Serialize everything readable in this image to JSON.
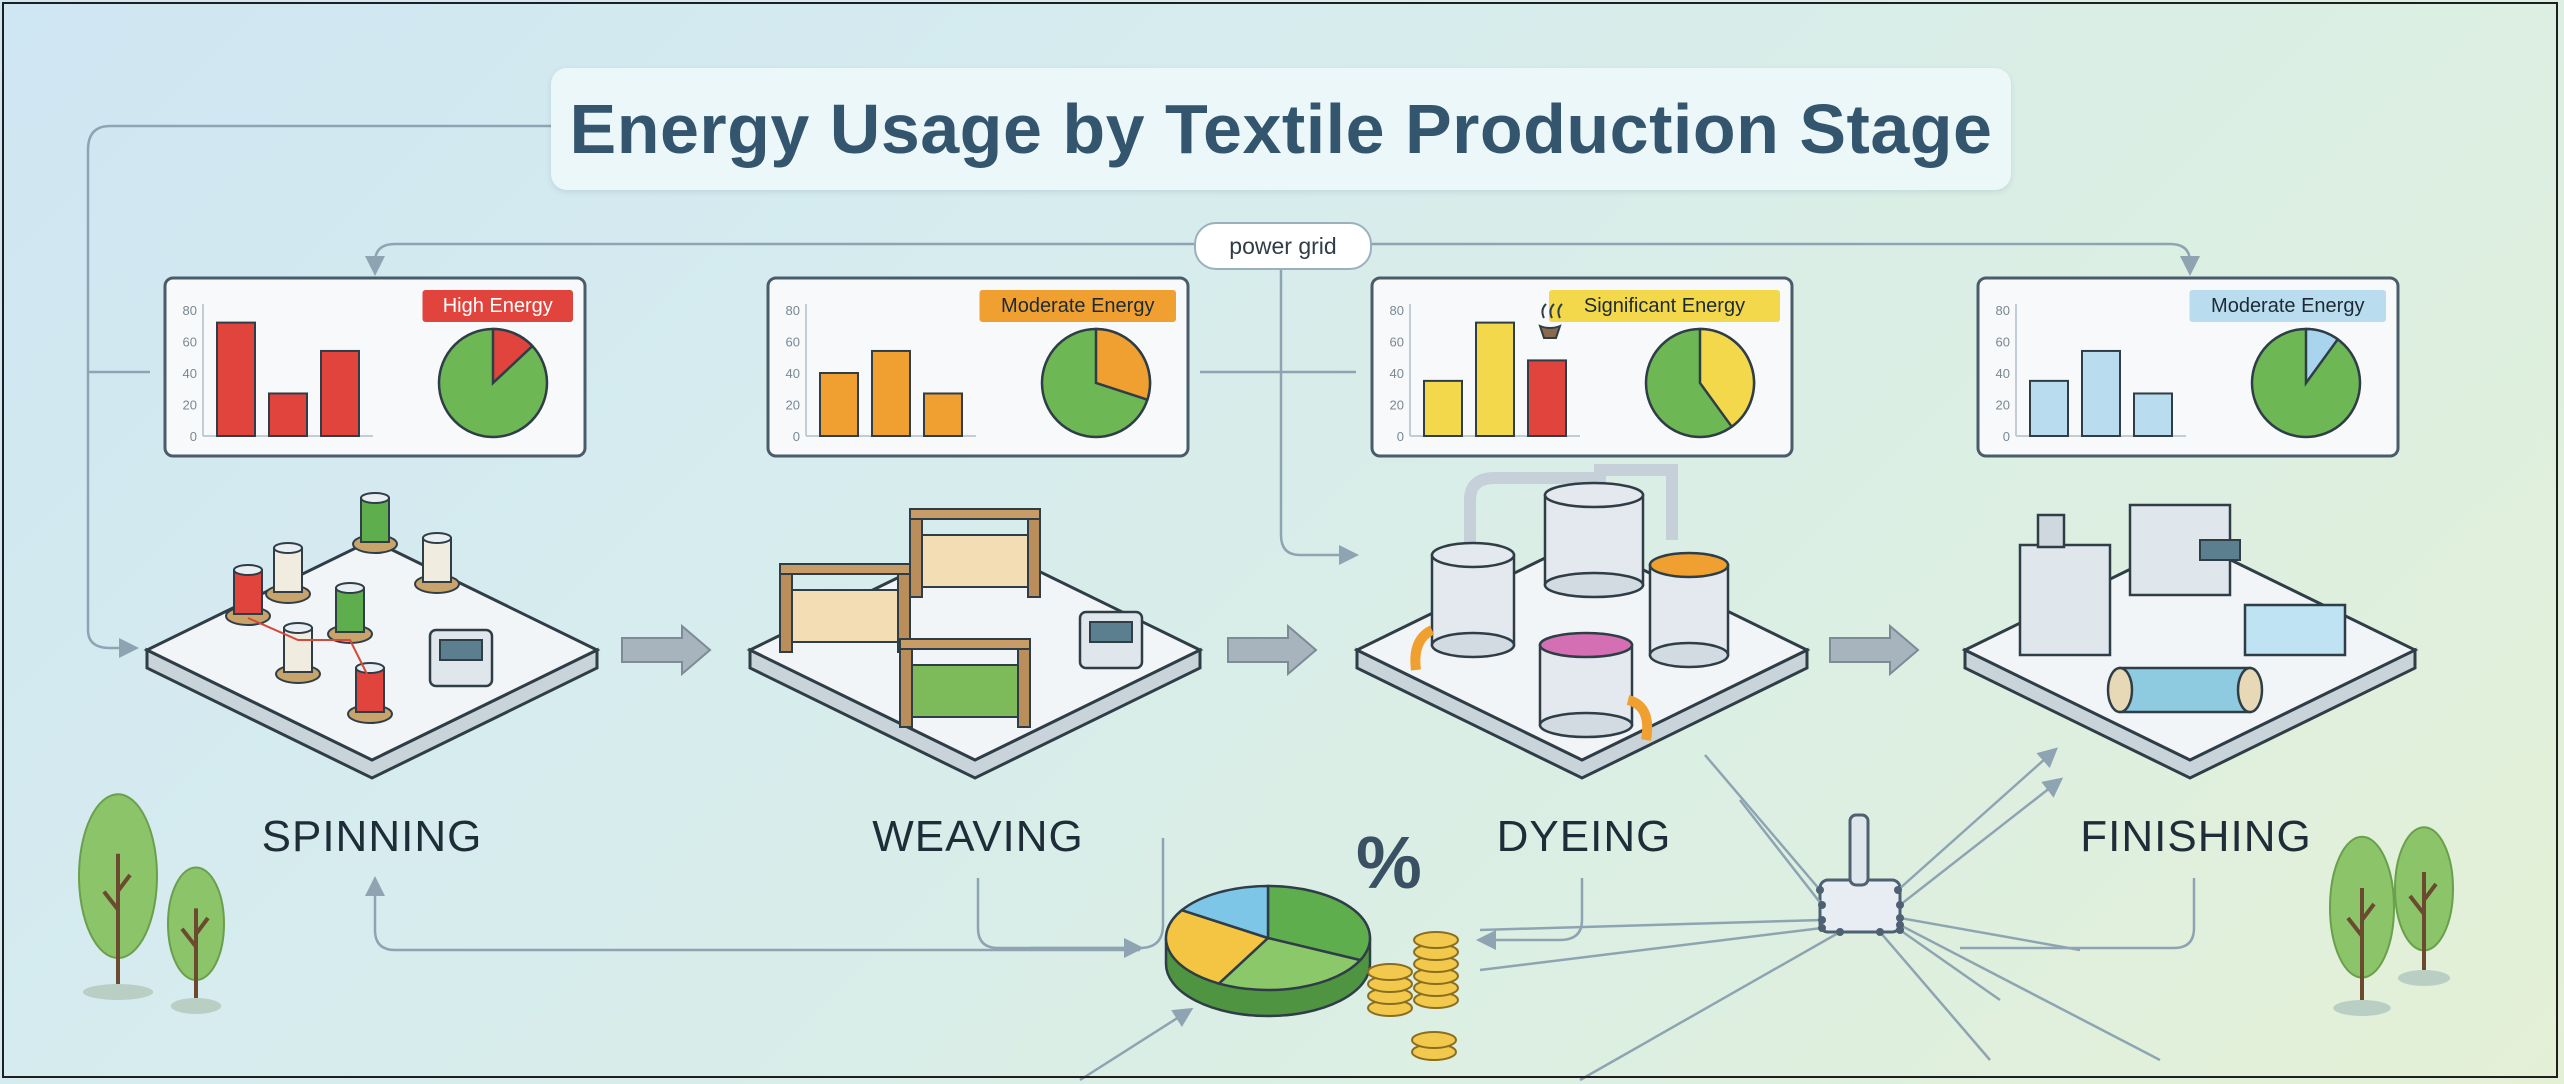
{
  "title": "Energy Usage by Textile Production Stage",
  "power_grid_label": "power grid",
  "stages": [
    {
      "label": "SPINNING",
      "badge": "High Energy",
      "badge_color": "#e0443c",
      "badge_text_color": "#ffffff",
      "bar_color": "#e0443c",
      "bars": [
        72,
        27,
        54
      ],
      "pie_share": 0.13,
      "pie_color": "#e0443c"
    },
    {
      "label": "WEAVING",
      "badge": "Moderate Energy",
      "badge_color": "#f0a030",
      "badge_text_color": "#1e2a33",
      "bar_color": "#f0a030",
      "bars": [
        40,
        54,
        27
      ],
      "pie_share": 0.3,
      "pie_color": "#f0a030"
    },
    {
      "label": "DYEING",
      "badge": "Significant Energy",
      "badge_color": "#f2d84a",
      "badge_text_color": "#1e2a33",
      "bar_color": "#f2d84a",
      "bars": [
        35,
        72,
        48
      ],
      "pie_share": 0.4,
      "pie_color": "#f2d84a"
    },
    {
      "label": "FINISHING",
      "badge": "Moderate Energy",
      "badge_color": "#b9dcef",
      "badge_text_color": "#1e2a33",
      "bar_color": "#b9dcef",
      "bars": [
        35,
        54,
        27
      ],
      "pie_share": 0.1,
      "pie_color": "#a9d4ee"
    }
  ],
  "axis_ticks": [
    "0",
    "20",
    "40",
    "60",
    "80"
  ],
  "axis_max": 80,
  "percent_symbol": "%",
  "colors": {
    "pie_base": "#6db755",
    "ink": "#2f3d47",
    "platform": "#f2f5f7"
  },
  "summary_pie": [
    {
      "share": 0.32,
      "color": "#5fae4e"
    },
    {
      "share": 0.26,
      "color": "#8bc86a"
    },
    {
      "share": 0.26,
      "color": "#f4c542"
    },
    {
      "share": 0.16,
      "color": "#7ec6e8"
    }
  ]
}
